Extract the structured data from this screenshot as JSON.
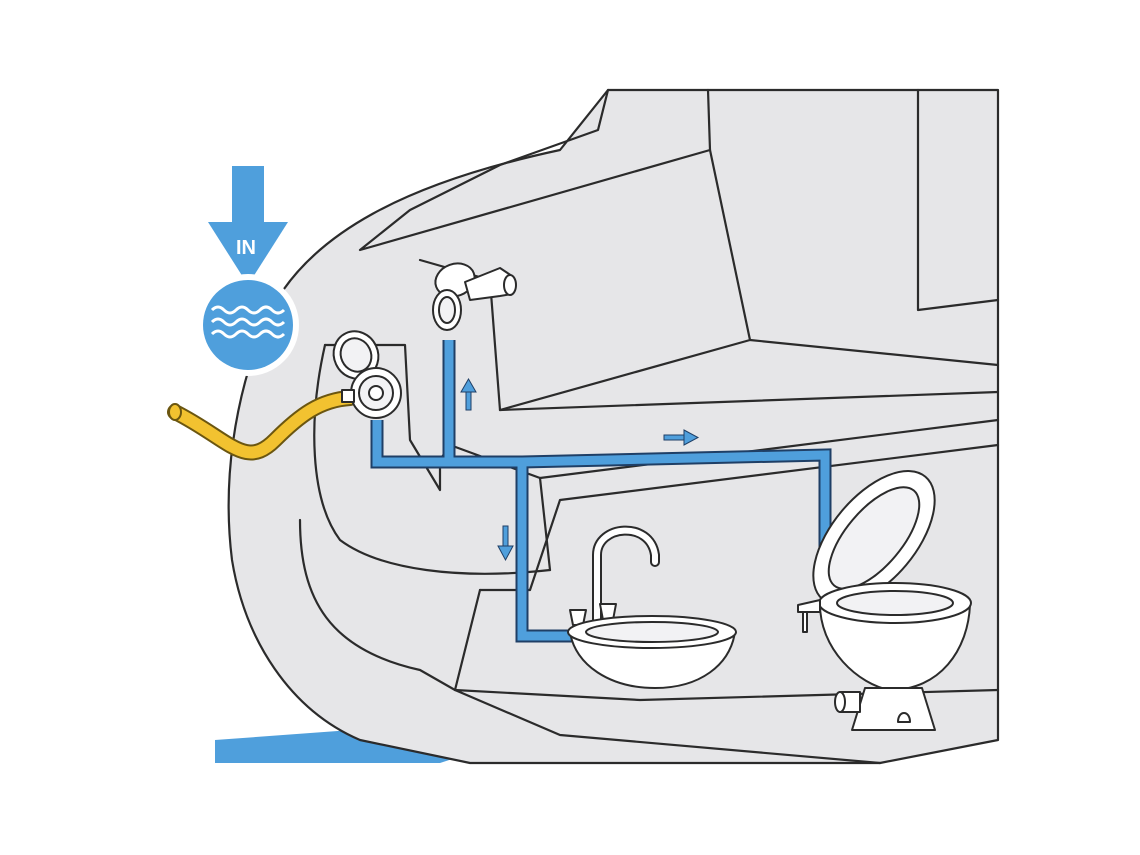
{
  "diagram": {
    "inlet_label": "IN",
    "colors": {
      "water": "#4f9fdc",
      "hose": "#f2c230",
      "hull": "#e6e6e8",
      "outline": "#2b2b2b"
    },
    "icons": [
      "down-arrow-icon",
      "water-waves-icon",
      "flow-arrow-up-icon",
      "flow-arrow-right-icon",
      "flow-arrow-down-icon"
    ],
    "components": [
      "inlet-hose",
      "deck-pump-fitting",
      "shower-head",
      "sink-faucet",
      "washbasin",
      "marine-toilet"
    ]
  }
}
